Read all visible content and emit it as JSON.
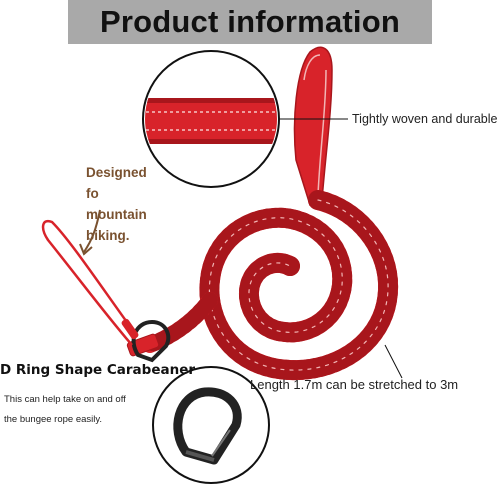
{
  "header": {
    "title": "Product information"
  },
  "callouts": {
    "woven": "Tightly woven and durable",
    "designed_lines": [
      "Designed fo",
      "mountain",
      "biking."
    ],
    "length": "Length 1.7m can be stretched to 3m",
    "carabiner_title": "D Ring Shape Carabeaner",
    "carabiner_desc_lines": [
      "This can help take on and off",
      "the bungee rope easily."
    ]
  },
  "colors": {
    "banner": "#a9a9a9",
    "strap_red": "#d8232a",
    "strap_dark": "#a8161c",
    "reflective": "#f2b5b5",
    "carabiner": "#222222",
    "designed_text": "#7a5230"
  }
}
